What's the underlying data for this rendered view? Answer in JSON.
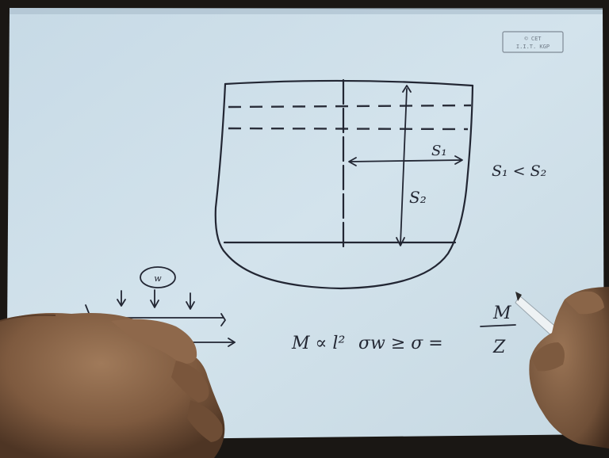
{
  "stamp": {
    "line1": "© CET",
    "line2": "I.I.T. KGP"
  },
  "labels": {
    "s1": "S₁",
    "s2": "S₂",
    "inequality": "S₁ < S₂",
    "load": "w",
    "equation_left": "M ∝ l²",
    "equation_mid": "σw ≥ σ =",
    "fraction_num": "M",
    "fraction_den": "Z"
  },
  "colors": {
    "paper": "#cfe0ea",
    "ink": "#222633",
    "skin": "#8a6446",
    "background": "#1a1714"
  }
}
